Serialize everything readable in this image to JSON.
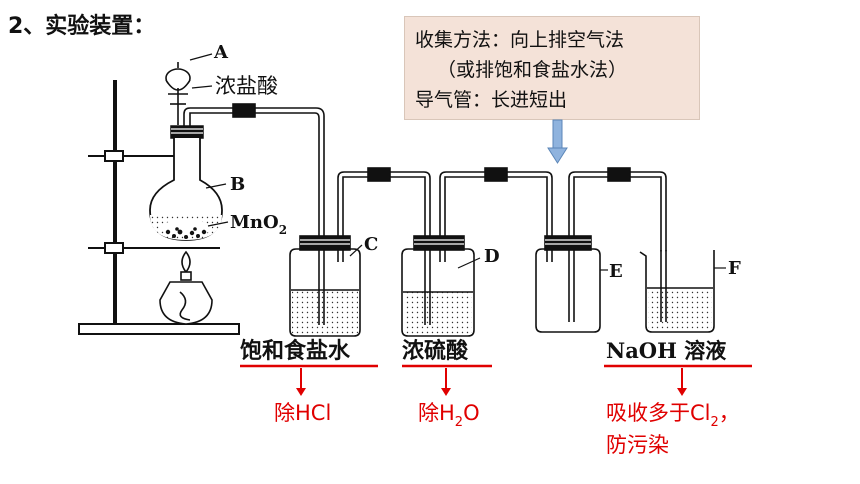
{
  "title": "2、实验装置：",
  "info": {
    "line1": "收集方法：向上排空气法",
    "line2": "（或排饱和食盐水法）",
    "line3": "导气管：长进短出"
  },
  "labels": {
    "A": "A",
    "hcl": "浓盐酸",
    "B": "B",
    "mno2": "MnO",
    "mno2_sub": "2",
    "C": "C",
    "D": "D",
    "E": "E",
    "F": "F"
  },
  "reagents": {
    "c": "饱和食盐水",
    "d": "浓硫酸",
    "f": "NaOH 溶液"
  },
  "notes": {
    "c_pre": "除",
    "c_post": "HCl",
    "d_pre": "除",
    "d_h": "H",
    "d_sub": "2",
    "d_o": "O",
    "f_pre": "吸收多于",
    "f_cl": "Cl",
    "f_sub": "2",
    "f_comma": "，",
    "f_line2": "防污染"
  },
  "colors": {
    "accent_red": "#e00000",
    "arrow_blue": "#8fb3de",
    "info_bg": "#f4e2d8"
  }
}
